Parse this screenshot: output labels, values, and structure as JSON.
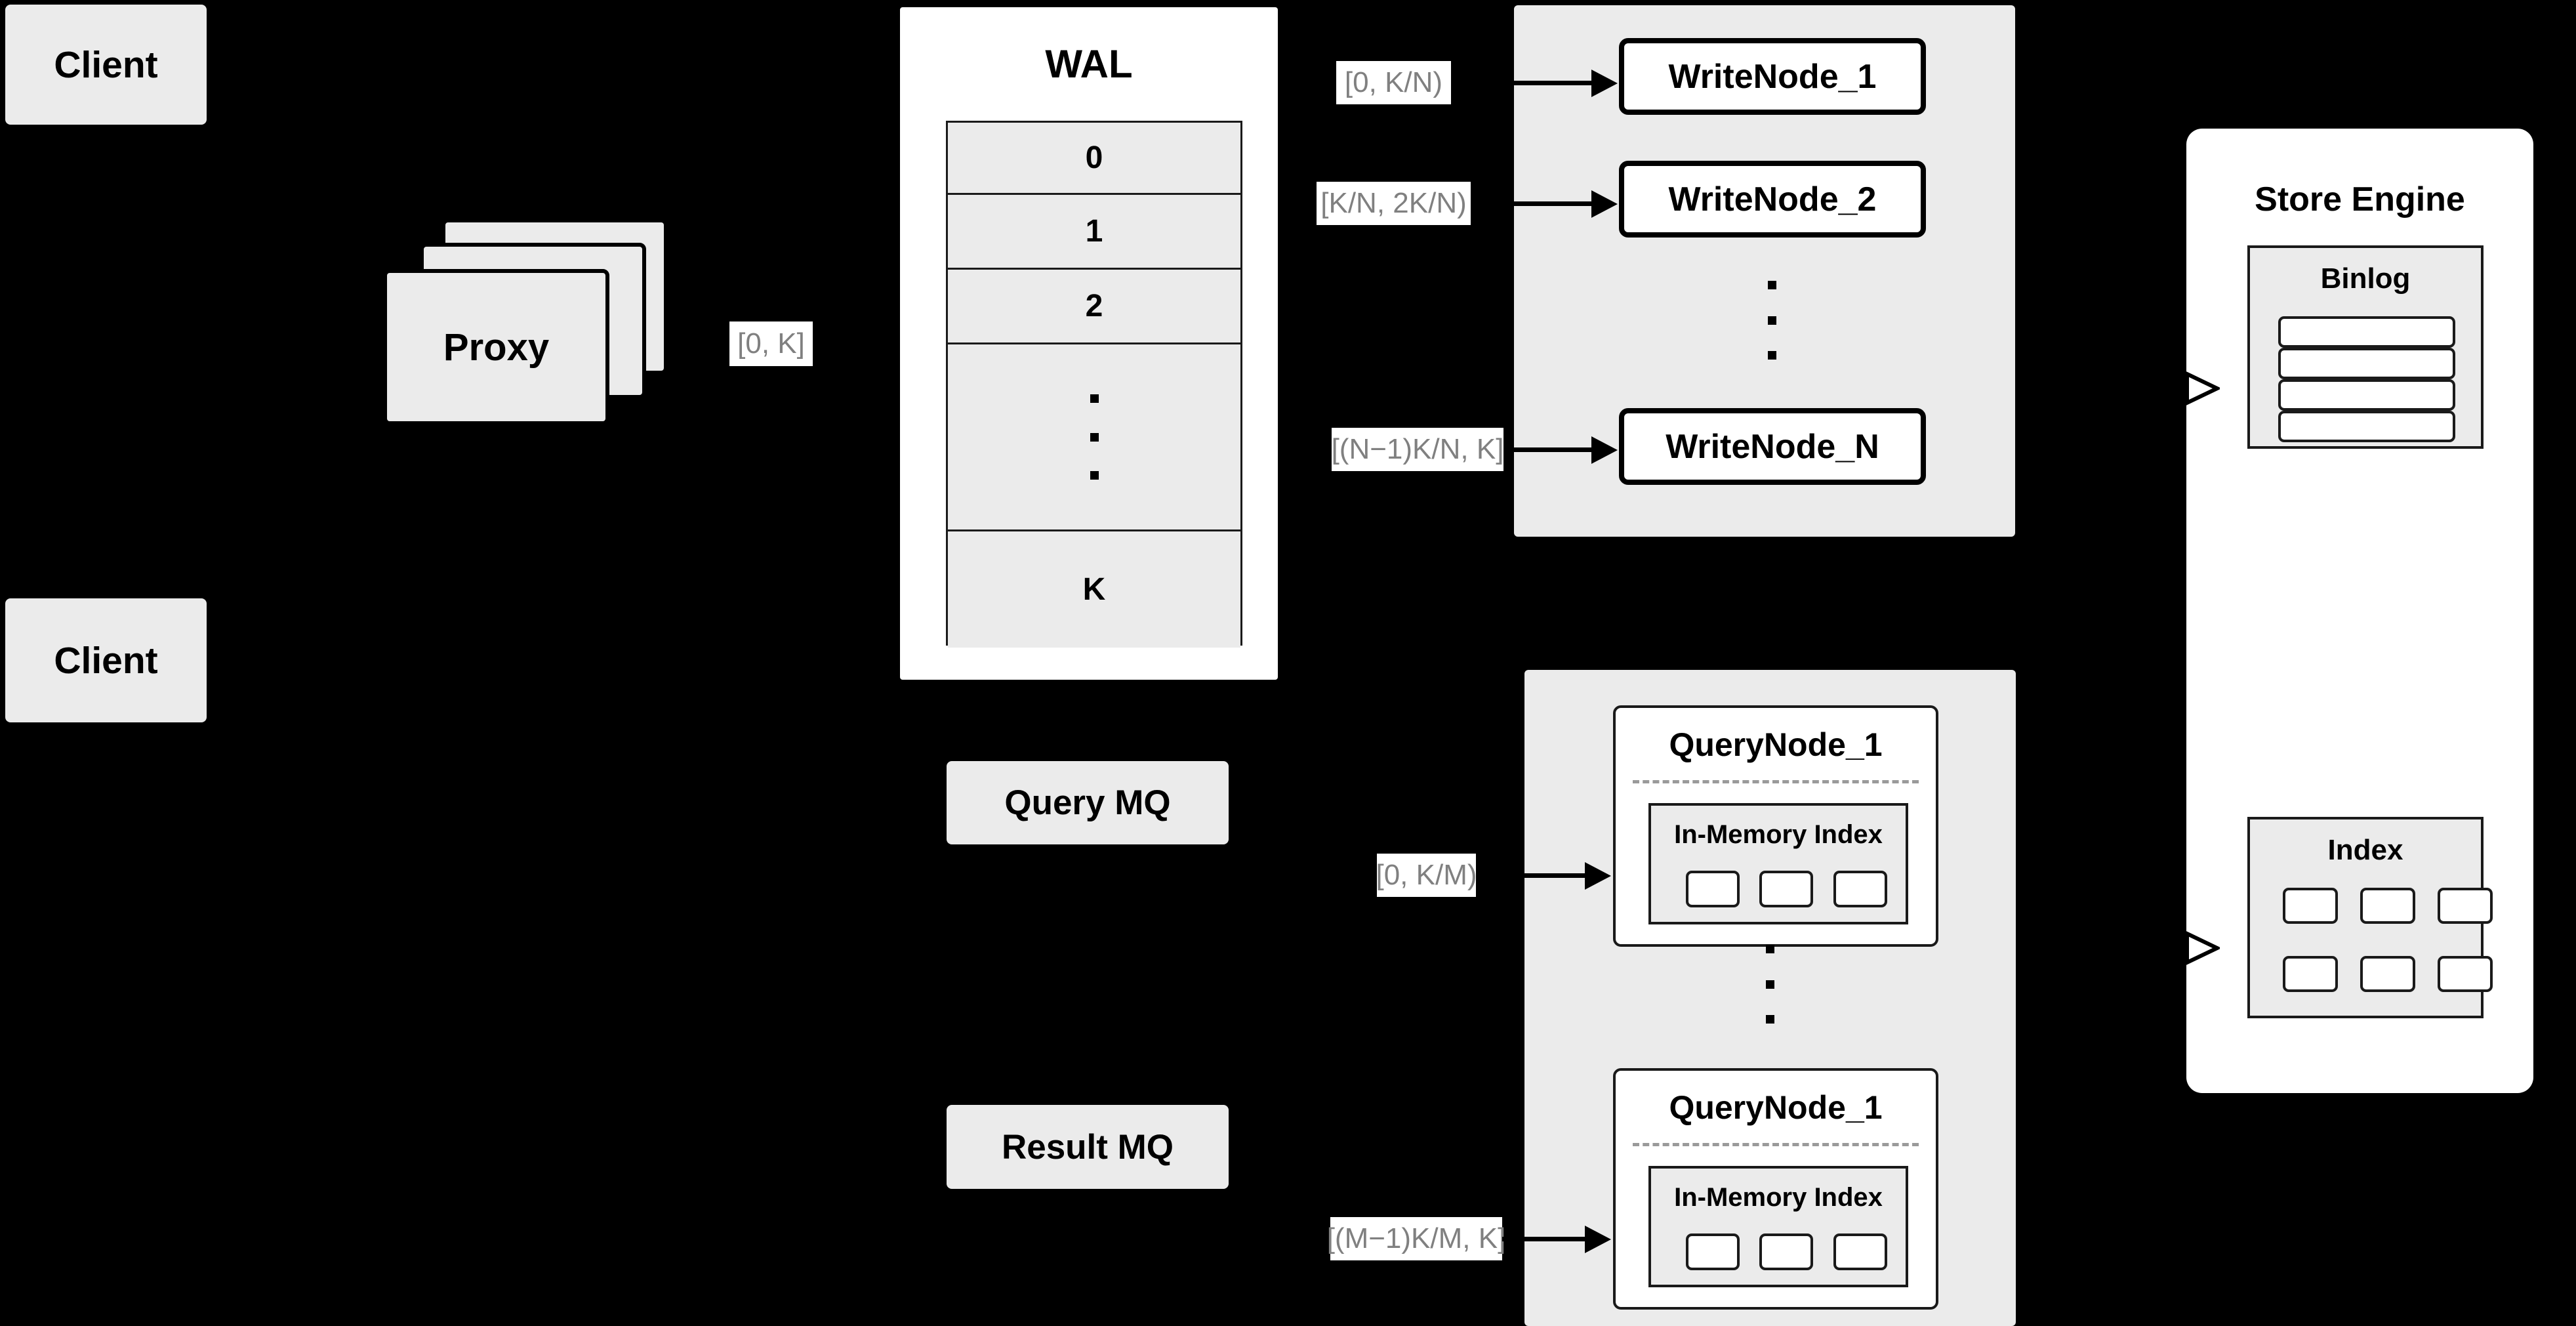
{
  "diagram": {
    "title": "Distributed Write/Query Architecture",
    "background_color": "#000000",
    "box_fill": "#ebebeb",
    "panel_fill": "#ffffff",
    "stroke_color": "#000000",
    "label_text_color": "#808080"
  },
  "clients": [
    {
      "label": "Client"
    },
    {
      "label": "Client"
    }
  ],
  "proxy": {
    "label": "Proxy",
    "stack_count": 3,
    "out_range_label": "[0, K]"
  },
  "wal": {
    "title": "WAL",
    "cells": [
      "0",
      "1",
      "2",
      "",
      "K"
    ],
    "ellipsis_cell_index": 3,
    "ellipsis_glyph": "•"
  },
  "write_cluster": {
    "nodes": [
      {
        "label": "WriteNode_1",
        "range": "[0,  K/N)"
      },
      {
        "label": "WriteNode_2",
        "range": "[K/N, 2K/N)"
      },
      {
        "label": "WriteNode_N",
        "range": "[(N−1)K/N,  K]"
      }
    ],
    "ellipsis_dots": 3
  },
  "query_cluster": {
    "nodes": [
      {
        "label": "QueryNode_1",
        "range": "[0, K/M)",
        "inner": {
          "title": "In-Memory Index",
          "chips": 3
        }
      },
      {
        "label": "QueryNode_1",
        "range": "[(M−1)K/M, K]",
        "inner": {
          "title": "In-Memory Index",
          "chips": 3
        }
      }
    ],
    "ellipsis_dots": 3
  },
  "message_queues": [
    {
      "label": "Query MQ"
    },
    {
      "label": "Result MQ"
    }
  ],
  "store_engine": {
    "title": "Store Engine",
    "binlog": {
      "title": "Binlog",
      "rows": 4
    },
    "index": {
      "title": "Index",
      "chips": 6,
      "columns": 3
    }
  }
}
